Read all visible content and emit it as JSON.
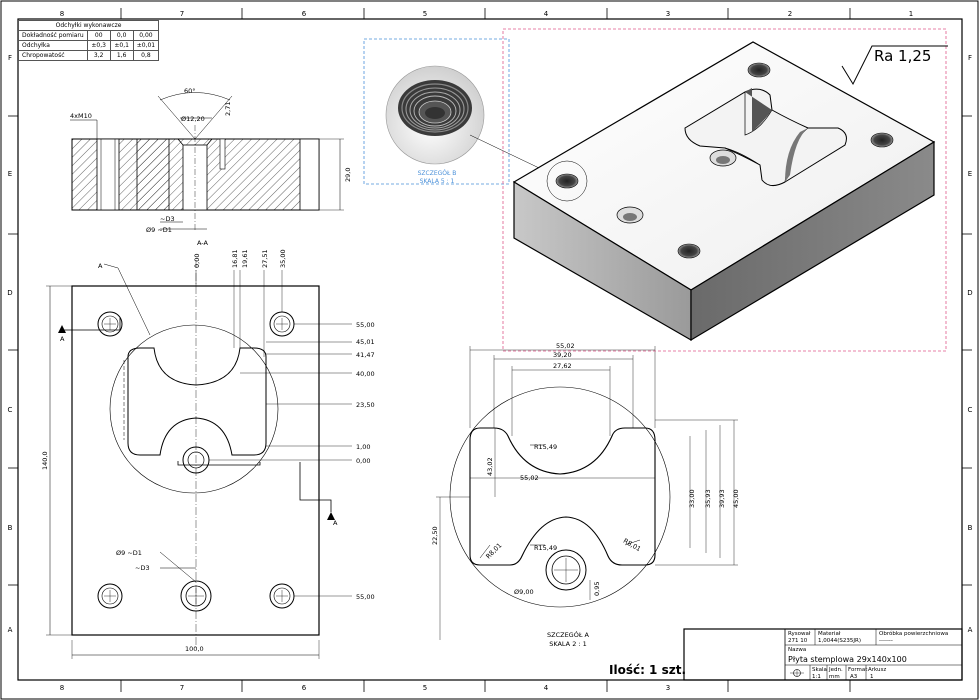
{
  "tolerance_table": {
    "title": "Odchyłki wykonawcze",
    "rows": [
      {
        "label": "Dokładność pomiaru",
        "values": [
          "00",
          "0,0",
          "0,00"
        ]
      },
      {
        "label": "Odchyłka",
        "values": [
          "±0,3",
          "±0,1",
          "±0,01"
        ]
      },
      {
        "label": "Chropowatość",
        "values": [
          "3,2",
          "1,6",
          "0,8"
        ]
      }
    ]
  },
  "border": {
    "cols_top": [
      "8",
      "7",
      "6",
      "5",
      "4",
      "3",
      "2",
      "1"
    ],
    "rows_side": [
      "F",
      "E",
      "D",
      "C",
      "B",
      "A"
    ]
  },
  "top_view": {
    "thread_label": "4xM10",
    "angle_label": "60°",
    "dia_label": "Ø12,20",
    "depth_label": "2,71",
    "height_label": "29,0",
    "d3_label": "~D3",
    "d1_label": "Ø9 ~D1",
    "section_label": "A-A"
  },
  "front_view": {
    "ordinate_top": [
      "0,00",
      "16,81",
      "19,61",
      "27,51",
      "35,00"
    ],
    "ordinate_right": [
      "55,00",
      "45,01",
      "41,47",
      "40,00",
      "23,50",
      "1,00",
      "0,00",
      "55,00"
    ],
    "height_dim": "140,0",
    "width_dim": "100,0",
    "leader_a": "A",
    "d3_label": "~D3",
    "d1_label": "Ø9 ~D1"
  },
  "section_a": {
    "dims_top": [
      "55,02",
      "39,20",
      "27,62"
    ],
    "dims_right": [
      "33,00",
      "35,93",
      "39,93",
      "45,00"
    ],
    "dims_left": [
      "43,02",
      "22,50"
    ],
    "mid_dim": "55,02",
    "r1": "R15,49",
    "r2": "R15,49",
    "r3": "R8,01",
    "r4": "R8,01",
    "hole_dim": "Ø9,00",
    "small_dim": "0,95",
    "caption_1": "SZCZEGÓŁ A",
    "caption_2": "SKALA 2 : 1"
  },
  "detail_b": {
    "caption_1": "SZCZEGÓŁ B",
    "caption_2": "SKALA 5 : 1"
  },
  "roughness": "Ra  1,25",
  "quantity": "Ilość: 1 szt.",
  "title_block": {
    "drawn_label": "Rysował",
    "drawn_value": "271 10",
    "material_label": "Materiał",
    "material_value": "1,0044(S235JR)",
    "surface_label": "Obróbka powierzchniowa",
    "surface_value": "-------",
    "name_label": "Nazwa",
    "name_value": "Płyta stemplowa 29x140x100",
    "scale_label": "Skala",
    "scale_value": "1:1",
    "unit_label": "Jedn.",
    "unit_value": "mm",
    "format_label": "Format",
    "format_value": "A3",
    "sheet_label": "Arkusz",
    "sheet_value": "1"
  },
  "colors": {
    "detail_b_frame": "#4a90d9",
    "iso_frame": "#e05a8a",
    "line": "#000000",
    "hatch": "#222222"
  }
}
